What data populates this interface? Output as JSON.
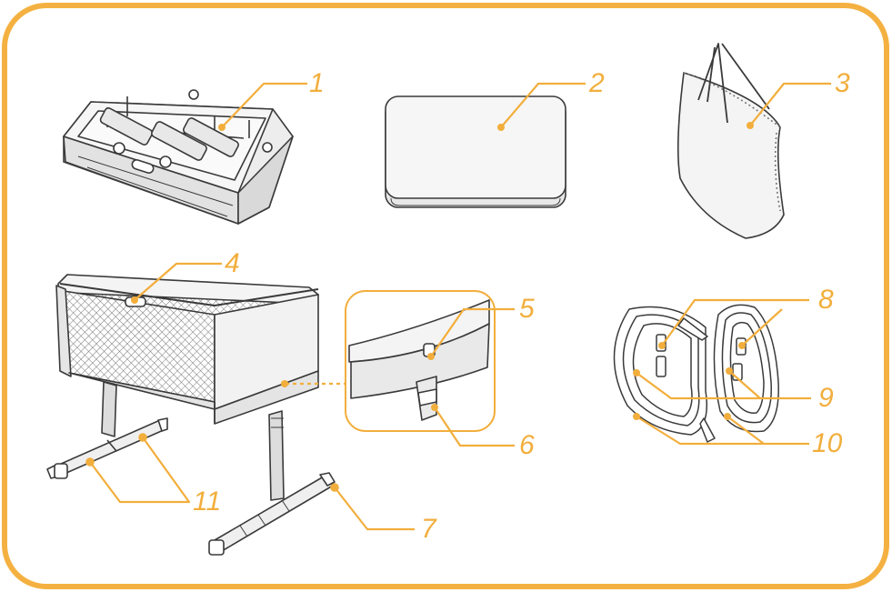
{
  "colors": {
    "accent": "#F2AE3C",
    "frame": "#F4B141",
    "line": "#3A3A3A",
    "fill": "#F3F3F3",
    "mesh": "#8A8A8A"
  },
  "parts": [
    {
      "number": "1",
      "icon": "folded-bassinet-icon"
    },
    {
      "number": "2",
      "icon": "mattress-icon"
    },
    {
      "number": "3",
      "icon": "travel-bag-icon"
    },
    {
      "number": "4",
      "icon": "bassinet-icon"
    },
    {
      "number": "5",
      "icon": "adjustment-button-icon"
    },
    {
      "number": "6",
      "icon": "height-lock-icon"
    },
    {
      "number": "7",
      "icon": "foot-bar-icon"
    },
    {
      "number": "8",
      "icon": "strap-buckle-icon"
    },
    {
      "number": "9",
      "icon": "strap-clip-icon"
    },
    {
      "number": "10",
      "icon": "safety-strap-icon"
    },
    {
      "number": "11",
      "icon": "leg-caster-icon"
    }
  ]
}
